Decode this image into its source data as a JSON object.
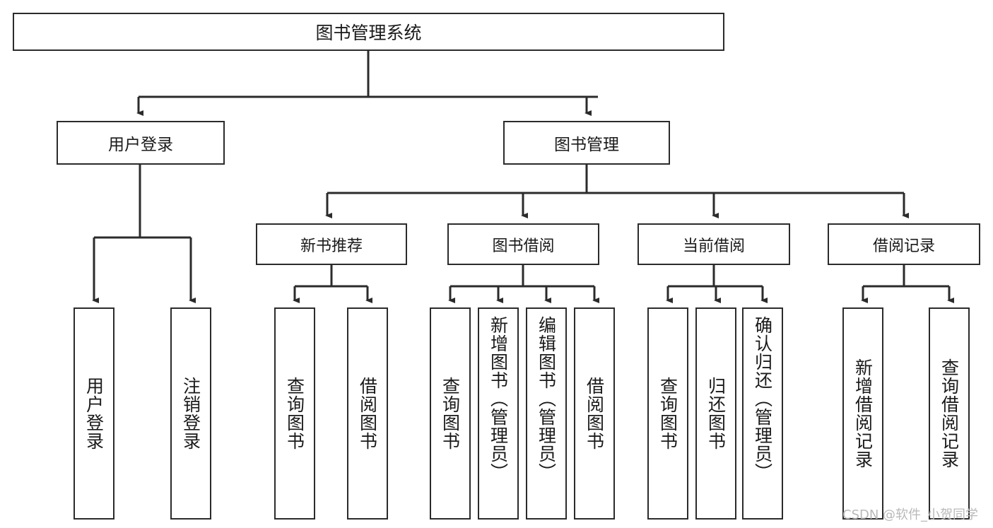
{
  "diagram": {
    "title": "图书管理系统",
    "watermark": "CSDN @软件_小贺同学",
    "type": "tree-hierarchy",
    "root": {
      "label": "图书管理系统"
    },
    "level1": [
      {
        "id": "user-login",
        "label": "用户登录"
      },
      {
        "id": "book-management",
        "label": "图书管理"
      }
    ],
    "level2": [
      {
        "id": "new-book-recommend",
        "label": "新书推荐",
        "parent": "book-management"
      },
      {
        "id": "book-borrow",
        "label": "图书借阅",
        "parent": "book-management"
      },
      {
        "id": "current-borrow",
        "label": "当前借阅",
        "parent": "book-management"
      },
      {
        "id": "borrow-record",
        "label": "借阅记录",
        "parent": "book-management"
      }
    ],
    "leaves": [
      {
        "id": "leaf-user-login",
        "label": "用户登录",
        "parent": "user-login",
        "align": "center"
      },
      {
        "id": "leaf-logout-login",
        "label": "注销登录",
        "parent": "user-login",
        "align": "center"
      },
      {
        "id": "leaf-query-book-1",
        "label": "查询图书",
        "parent": "new-book-recommend",
        "align": "center"
      },
      {
        "id": "leaf-borrow-book-1",
        "label": "借阅图书",
        "parent": "new-book-recommend",
        "align": "center"
      },
      {
        "id": "leaf-query-book-2",
        "label": "查询图书",
        "parent": "book-borrow",
        "align": "center"
      },
      {
        "id": "leaf-add-book-admin",
        "label": "新增图书（管理员）",
        "parent": "book-borrow",
        "align": "top"
      },
      {
        "id": "leaf-edit-book-admin",
        "label": "编辑图书（管理员）",
        "parent": "book-borrow",
        "align": "top"
      },
      {
        "id": "leaf-borrow-book-2",
        "label": "借阅图书",
        "parent": "book-borrow",
        "align": "center"
      },
      {
        "id": "leaf-query-book-3",
        "label": "查询图书",
        "parent": "current-borrow",
        "align": "center"
      },
      {
        "id": "leaf-return-book",
        "label": "归还图书",
        "parent": "current-borrow",
        "align": "center"
      },
      {
        "id": "leaf-confirm-return-admin",
        "label": "确认归还（管理员）",
        "parent": "current-borrow",
        "align": "top"
      },
      {
        "id": "leaf-add-borrow-record",
        "label": "新增借阅记录",
        "parent": "borrow-record",
        "align": "center"
      },
      {
        "id": "leaf-query-borrow-record",
        "label": "查询借阅记录",
        "parent": "borrow-record",
        "align": "center"
      }
    ],
    "colors": {
      "stroke": "#2b2b2b",
      "fill": "#ffffff",
      "text": "#1a1a1a",
      "watermark": "#b9b9b9"
    }
  }
}
